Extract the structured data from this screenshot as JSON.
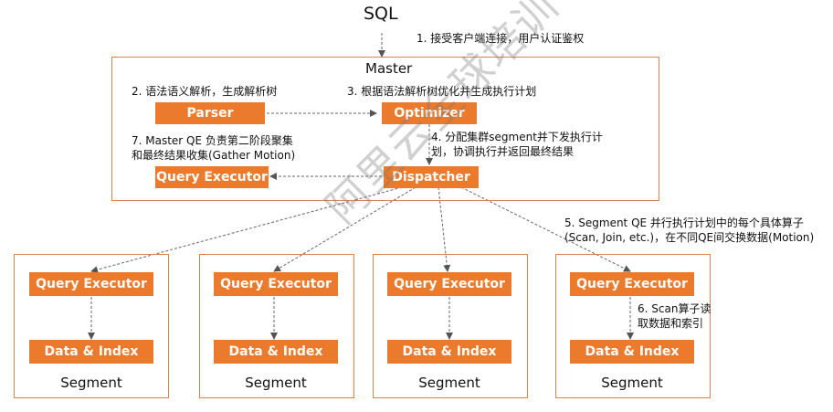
{
  "top": {
    "title": "SQL",
    "step1": "1. 接受客户端连接，用户认证鉴权"
  },
  "master": {
    "title": "Master",
    "step2": "2. 语法语义解析，生成解析树",
    "step3": "3. 根据语法解析树优化并生成执行计划",
    "step4_line1": "4. 分配集群segment并下发执行计",
    "step4_line2": "划，协调执行并返回最终结果",
    "step7_line1": "7. Master QE 负责第二阶段聚集",
    "step7_line2": "和最终结果收集(Gather Motion)",
    "parser": "Parser",
    "optimizer": "Optimizer",
    "dispatcher": "Dispatcher",
    "query_executor": "Query Executor"
  },
  "step5_line1": "5. Segment QE 并行执行计划中的每个具体算子",
  "step5_line2": "(Scan, Join, etc.)，在不同QE间交换数据(Motion)",
  "step6_line1": "6. Scan算子读",
  "step6_line2": "取数据和索引",
  "segments": [
    {
      "executor": "Query Executor",
      "data": "Data & Index",
      "label": "Segment"
    },
    {
      "executor": "Query Executor",
      "data": "Data & Index",
      "label": "Segment"
    },
    {
      "executor": "Query Executor",
      "data": "Data & Index",
      "label": "Segment"
    },
    {
      "executor": "Query Executor",
      "data": "Data & Index",
      "label": "Segment"
    }
  ],
  "watermark": "阿里云全球培训中心",
  "colors": {
    "accent": "#ec7a2c",
    "frame": "#e0814a"
  }
}
